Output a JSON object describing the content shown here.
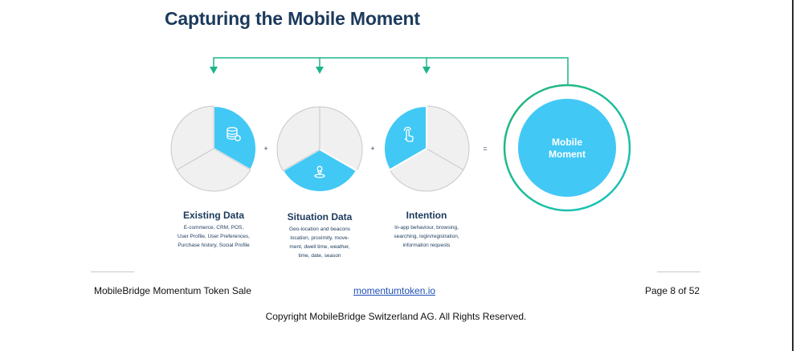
{
  "page": {
    "title": "Capturing the Mobile Moment"
  },
  "diagram": {
    "components": [
      {
        "title": "Existing Data",
        "description": [
          "E-commerce, CRM, POS,",
          "User Profile, User Preferences,",
          "Purchase history, Social Profile"
        ],
        "icon": "database-icon"
      },
      {
        "title": "Situation Data",
        "description": [
          "Geo-location and beacons",
          "location, proximity, move-",
          "ment, dwell time, weather,",
          "time, date, season"
        ],
        "icon": "location-pin-icon"
      },
      {
        "title": "Intention",
        "description": [
          "In-app behaviour, browsing,",
          "searching, login/registration,",
          "information requests"
        ],
        "icon": "tap-hand-icon"
      }
    ],
    "operators": [
      "+",
      "+",
      "="
    ],
    "result": {
      "line1": "Mobile",
      "line2": "Moment"
    },
    "colors": {
      "accent_blue": "#42c8f5",
      "segment_gray": "#f0f0f0",
      "segment_border": "#c8c8c8",
      "connector_teal": "#1bb58a",
      "heading_navy": "#1c3a5c"
    }
  },
  "footer": {
    "left": "MobileBridge Momentum Token Sale",
    "center_link": "momentumtoken.io",
    "right": "Page 8 of 52",
    "copyright": "Copyright MobileBridge Switzerland AG. All Rights Reserved."
  }
}
